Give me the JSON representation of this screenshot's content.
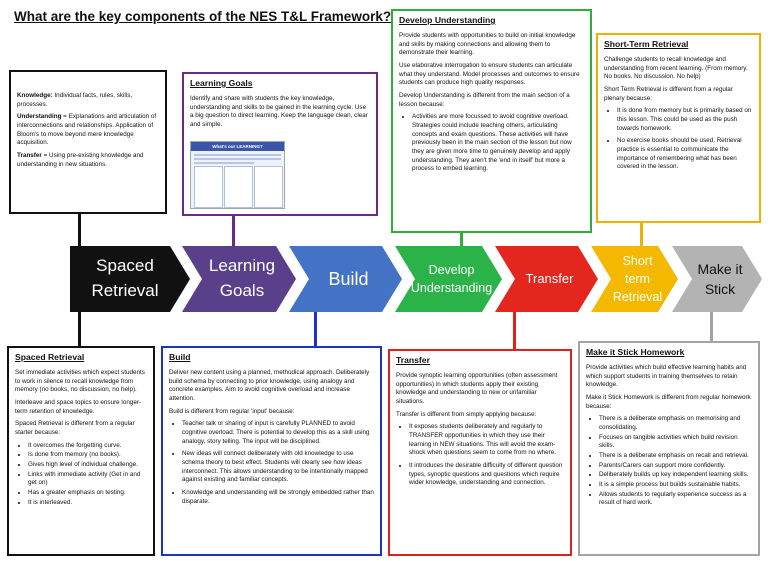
{
  "title": "What are the key components of the NES T&L Framework?",
  "colors": {
    "black": "#111111",
    "purple": "#5a3f8a",
    "blue": "#4472c4",
    "green": "#2bb34a",
    "red": "#e3261e",
    "orange": "#f5b800",
    "grey": "#b3b3b3"
  },
  "arrows": [
    {
      "label": "Spaced\nRetrieval",
      "color": "#111111",
      "text_color": "#ffffff"
    },
    {
      "label": "Learning\nGoals",
      "color": "#5a3f8a",
      "text_color": "#ffffff"
    },
    {
      "label": "Build",
      "color": "#4472c4",
      "text_color": "#ffffff"
    },
    {
      "label": "Develop\nUnderstanding",
      "color": "#2bb34a",
      "text_color": "#ffffff"
    },
    {
      "label": "Transfer",
      "color": "#e3261e",
      "text_color": "#ffffff"
    },
    {
      "label": "Short term\nRetrieval",
      "color": "#f5b800",
      "text_color": "#ffffff"
    },
    {
      "label": "Make it\nStick",
      "color": "#b3b3b3",
      "text_color": "#111111"
    }
  ],
  "knowledge": {
    "knowledge_label": "Knowledge:",
    "knowledge_text": " Individual facts, rules, skills, processes.",
    "understanding_label": "Understanding",
    "understanding_text": " = Explanations and articulation of interconnections and relationships. Application of Bloom's to move beyond mere knowledge acquisition.",
    "transfer_label": "Transfer",
    "transfer_text": " = Using pre-existing knowledge and understanding in new situations."
  },
  "learning_goals": {
    "heading": "Learning Goals",
    "text": "Identify and share with students the key knowledge, understanding and skills to be gained in the learning cycle. Use a big question to direct learning. Keep the language clean, clear and simple.",
    "image_title": "What's our LEARNING?"
  },
  "develop": {
    "heading": "Develop Understanding",
    "p1": "Provide students with opportunities to build on initial knowledge and skills by making connections and allowing them to demonstrate their learning.",
    "p2": "Use elaborative interrogation to ensure students can articulate what they understand. Model processes and outcomes to ensure students can produce high quality responses.",
    "p3": "Develop Understanding is different from the main section of a lesson because:",
    "bullets": [
      "Activities are more focussed to avoid cognitive overload. Strategies could include teaching others, articulating concepts and exam questions. These activities will have previously been in the main section of the lesson but now they are given more time to genuinely develop and apply understanding. They aren't the 'end in itself' but more a process to embed learning."
    ]
  },
  "short_term": {
    "heading": "Short-Term Retrieval",
    "p1": "Challenge students to recall knowledge and understanding from recent learning. (From memory. No books. No discussion. No help)",
    "p2": "Short Term Retrieval is different from a regular plenary because:",
    "bullets": [
      "It is done from memory but is primarily based on this lesson. This could be used as the push towards homework.",
      "No exercise books should be used. Retrieval practice is essential to communicate the importance of remembering what has been covered in the lesson."
    ]
  },
  "spaced": {
    "heading": "Spaced Retrieval",
    "p1": "Set immediate activities which expect students to work in silence to recall knowledge from memory (no books, no discussion, no help).",
    "p2": "Interleave and space topics to ensure longer-term retention of knowledge.",
    "p3": "Spaced Retrieval is different from a regular starter because:",
    "bullets": [
      "It overcomes the forgetting curve.",
      "Is done from memory (no books).",
      "Gives high level of individual challenge.",
      "Links with immediate activity (Get in and get on)",
      "Has a greater emphasis on testing.",
      "It is interleaved."
    ]
  },
  "build": {
    "heading": "Build",
    "p1": "Deliver new content using a planned, methodical approach. Deliberately build schema by connecting to prior knowledge, using analogy and concrete examples. Aim to avoid cognitive overload and increase attention.",
    "p2": "Build is different from regular 'input' because:",
    "bullets": [
      "Teacher talk or sharing of input is carefully PLANNED to avoid cognitive overload. There is potential to develop this as a skill using analogy, story telling. The input will be disciplined.",
      "New ideas will connect deliberately with old knowledge to use schema theory to best effect. Students will clearly see how ideas interconnect. This allows understanding to be intentionally mapped against existing and familiar concepts.",
      "Knowledge and understanding will be strongly embedded rather than disparate."
    ]
  },
  "transfer": {
    "heading": "Transfer",
    "p1": "Provide synoptic learning opportunities (often assessment opportunities) in which students apply their existing knowledge and understanding to new or unfamiliar situations.",
    "p2": "Transfer is different from simply applying because:",
    "bullets": [
      "It exposes students deliberately and regularly to TRANSFER opportunities in which they use their learning in NEW situations. This will avoid the exam-shock when questions seem to come from no where.",
      "It introduces the desirable difficulty of different question types, synoptic questions and questions which require wider knowledge, understanding and connection."
    ]
  },
  "stick": {
    "heading": "Make it Stick Homework",
    "p1": "Provide activities which build effective learning habits and which support students in training themselves to retain knowledge.",
    "p2": "Make it Stick Homework is different from regular homework because:",
    "bullets": [
      "There is a deliberate emphasis on memorising and consolidating.",
      "Focuses on tangible activities which build revision skills.",
      "There is a deliberate emphasis on recall and retrieval.",
      "Parents/Carers can support more confidently.",
      "Deliberately builds up key independent learning skills.",
      "It is a simple process but builds sustainable habits.",
      "Allows students to regularly experience success as a result of hard work."
    ]
  }
}
